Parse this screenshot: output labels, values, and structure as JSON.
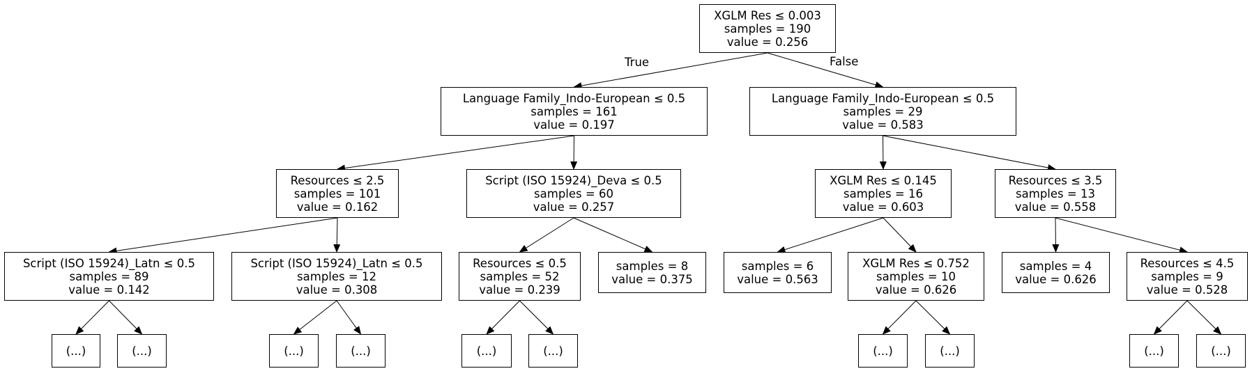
{
  "tree": {
    "branch_labels": {
      "true": "True",
      "false": "False"
    },
    "nodes": [
      {
        "id": "n0",
        "lines": [
          "XGLM Res ≤ 0.003",
          "samples = 190",
          "value = 0.256"
        ]
      },
      {
        "id": "n1",
        "lines": [
          "Language Family_Indo-European ≤ 0.5",
          "samples = 161",
          "value = 0.197"
        ]
      },
      {
        "id": "n2",
        "lines": [
          "Language Family_Indo-European ≤ 0.5",
          "samples = 29",
          "value = 0.583"
        ]
      },
      {
        "id": "n3",
        "lines": [
          "Resources ≤ 2.5",
          "samples = 101",
          "value = 0.162"
        ]
      },
      {
        "id": "n4",
        "lines": [
          "Script (ISO 15924)_Deva ≤ 0.5",
          "samples = 60",
          "value = 0.257"
        ]
      },
      {
        "id": "n5",
        "lines": [
          "XGLM Res ≤ 0.145",
          "samples = 16",
          "value = 0.603"
        ]
      },
      {
        "id": "n6",
        "lines": [
          "Resources ≤ 3.5",
          "samples = 13",
          "value = 0.558"
        ]
      },
      {
        "id": "n7",
        "lines": [
          "Script (ISO 15924)_Latn ≤ 0.5",
          "samples = 89",
          "value = 0.142"
        ]
      },
      {
        "id": "n8",
        "lines": [
          "Script (ISO 15924)_Latn ≤ 0.5",
          "samples = 12",
          "value = 0.308"
        ]
      },
      {
        "id": "n9",
        "lines": [
          "Resources ≤ 0.5",
          "samples = 52",
          "value = 0.239"
        ]
      },
      {
        "id": "n10",
        "lines": [
          "samples = 8",
          "value = 0.375"
        ]
      },
      {
        "id": "n11",
        "lines": [
          "samples = 6",
          "value = 0.563"
        ]
      },
      {
        "id": "n12",
        "lines": [
          "XGLM Res ≤ 0.752",
          "samples = 10",
          "value = 0.626"
        ]
      },
      {
        "id": "n13",
        "lines": [
          "samples = 4",
          "value = 0.626"
        ]
      },
      {
        "id": "n14",
        "lines": [
          "Resources ≤ 4.5",
          "samples = 9",
          "value = 0.528"
        ]
      },
      {
        "id": "t1",
        "lines": [
          "(...)"
        ]
      },
      {
        "id": "t2",
        "lines": [
          "(...)"
        ]
      },
      {
        "id": "t3",
        "lines": [
          "(...)"
        ]
      },
      {
        "id": "t4",
        "lines": [
          "(...)"
        ]
      },
      {
        "id": "t5",
        "lines": [
          "(...)"
        ]
      },
      {
        "id": "t6",
        "lines": [
          "(...)"
        ]
      },
      {
        "id": "t7",
        "lines": [
          "(...)"
        ]
      },
      {
        "id": "t8",
        "lines": [
          "(...)"
        ]
      },
      {
        "id": "t9",
        "lines": [
          "(...)"
        ]
      },
      {
        "id": "t10",
        "lines": [
          "(...)"
        ]
      }
    ],
    "edges": [
      [
        "n0",
        "n1"
      ],
      [
        "n0",
        "n2"
      ],
      [
        "n1",
        "n3"
      ],
      [
        "n1",
        "n4"
      ],
      [
        "n2",
        "n5"
      ],
      [
        "n2",
        "n6"
      ],
      [
        "n3",
        "n7"
      ],
      [
        "n3",
        "n8"
      ],
      [
        "n4",
        "n9"
      ],
      [
        "n4",
        "n10"
      ],
      [
        "n5",
        "n11"
      ],
      [
        "n5",
        "n12"
      ],
      [
        "n6",
        "n13"
      ],
      [
        "n6",
        "n14"
      ],
      [
        "n7",
        "t1"
      ],
      [
        "n7",
        "t2"
      ],
      [
        "n8",
        "t3"
      ],
      [
        "n8",
        "t4"
      ],
      [
        "n9",
        "t5"
      ],
      [
        "n9",
        "t6"
      ],
      [
        "n12",
        "t7"
      ],
      [
        "n12",
        "t8"
      ],
      [
        "n14",
        "t9"
      ],
      [
        "n14",
        "t10"
      ]
    ]
  }
}
